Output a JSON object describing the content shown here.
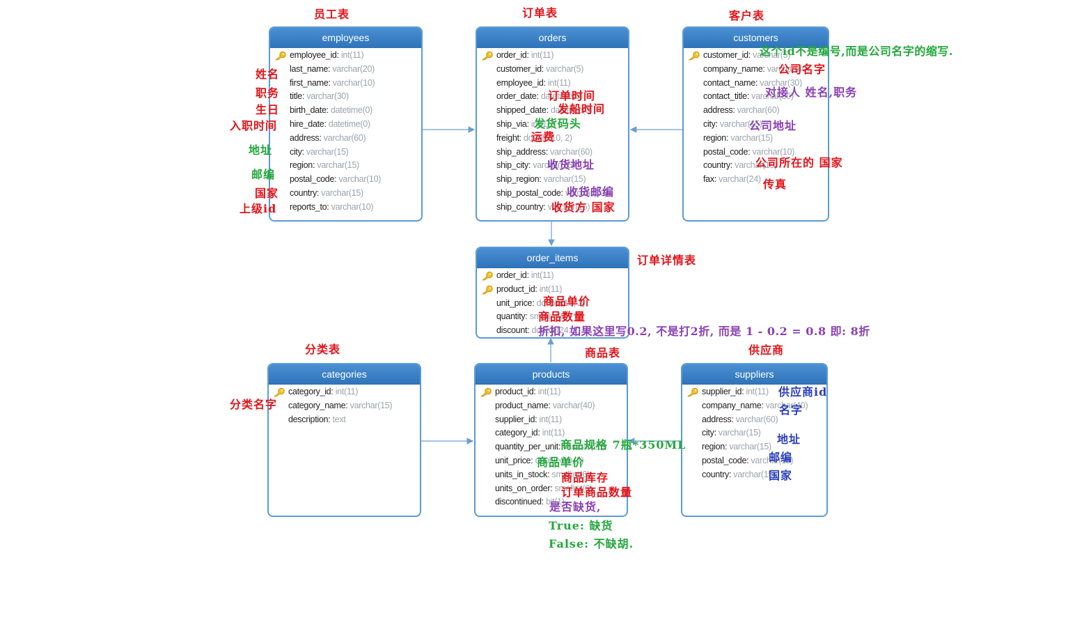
{
  "colors": {
    "header": "#3a82c8",
    "border": "#5b9bd5",
    "red": "#e3141a",
    "green": "#22a83b",
    "purple": "#8a3fb5",
    "blue": "#2b3fbf"
  },
  "tables": [
    {
      "id": "employees",
      "title": "employees",
      "columns": [
        {
          "name": "employee_id",
          "type": "int(11)",
          "key": true
        },
        {
          "name": "last_name",
          "type": "varchar(20)"
        },
        {
          "name": "first_name",
          "type": "varchar(10)"
        },
        {
          "name": "title",
          "type": "varchar(30)"
        },
        {
          "name": "birth_date",
          "type": "datetime(0)"
        },
        {
          "name": "hire_date",
          "type": "datetime(0)"
        },
        {
          "name": "address",
          "type": "varchar(60)"
        },
        {
          "name": "city",
          "type": "varchar(15)"
        },
        {
          "name": "region",
          "type": "varchar(15)"
        },
        {
          "name": "postal_code",
          "type": "varchar(10)"
        },
        {
          "name": "country",
          "type": "varchar(15)"
        },
        {
          "name": "reports_to",
          "type": "varchar(10)"
        }
      ]
    },
    {
      "id": "orders",
      "title": "orders",
      "columns": [
        {
          "name": "order_id",
          "type": "int(11)",
          "key": true
        },
        {
          "name": "customer_id",
          "type": "varchar(5)"
        },
        {
          "name": "employee_id",
          "type": "int(11)"
        },
        {
          "name": "order_date",
          "type": "datetime(0)"
        },
        {
          "name": "shipped_date",
          "type": "datetime(0)"
        },
        {
          "name": "ship_via",
          "type": "int(11)"
        },
        {
          "name": "freight",
          "type": "double(10, 2)"
        },
        {
          "name": "ship_address",
          "type": "varchar(60)"
        },
        {
          "name": "ship_city",
          "type": "varchar(15)"
        },
        {
          "name": "ship_region",
          "type": "varchar(15)"
        },
        {
          "name": "ship_postal_code",
          "type": "varchar(10)"
        },
        {
          "name": "ship_country",
          "type": "varchar(15)"
        }
      ]
    },
    {
      "id": "customers",
      "title": "customers",
      "columns": [
        {
          "name": "customer_id",
          "type": "varchar(5)",
          "key": true
        },
        {
          "name": "company_name",
          "type": "varchar(40)"
        },
        {
          "name": "contact_name",
          "type": "varchar(30)"
        },
        {
          "name": "contact_title",
          "type": "varchar(30)"
        },
        {
          "name": "address",
          "type": "varchar(60)"
        },
        {
          "name": "city",
          "type": "varchar(15)"
        },
        {
          "name": "region",
          "type": "varchar(15)"
        },
        {
          "name": "postal_code",
          "type": "varchar(10)"
        },
        {
          "name": "country",
          "type": "varchar(15)"
        },
        {
          "name": "fax",
          "type": "varchar(24)"
        }
      ]
    },
    {
      "id": "order_items",
      "title": "order_items",
      "columns": [
        {
          "name": "order_id",
          "type": "int(11)",
          "key": true
        },
        {
          "name": "product_id",
          "type": "int(11)",
          "key": true
        },
        {
          "name": "unit_price",
          "type": "double(10, 2)"
        },
        {
          "name": "quantity",
          "type": "smallint(6)"
        },
        {
          "name": "discount",
          "type": "double(24, 2)"
        }
      ]
    },
    {
      "id": "categories",
      "title": "categories",
      "columns": [
        {
          "name": "category_id",
          "type": "int(11)",
          "key": true
        },
        {
          "name": "category_name",
          "type": "varchar(15)"
        },
        {
          "name": "description",
          "type": "text"
        }
      ]
    },
    {
      "id": "products",
      "title": "products",
      "columns": [
        {
          "name": "product_id",
          "type": "int(11)",
          "key": true
        },
        {
          "name": "product_name",
          "type": "varchar(40)"
        },
        {
          "name": "supplier_id",
          "type": "int(11)"
        },
        {
          "name": "category_id",
          "type": "int(11)"
        },
        {
          "name": "quantity_per_unit",
          "type": "varchar(20)"
        },
        {
          "name": "unit_price",
          "type": "double(10, 2)"
        },
        {
          "name": "units_in_stock",
          "type": "smallint(6)"
        },
        {
          "name": "units_on_order",
          "type": "smallint(6)"
        },
        {
          "name": "discontinued",
          "type": "bit(1)"
        }
      ]
    },
    {
      "id": "suppliers",
      "title": "suppliers",
      "columns": [
        {
          "name": "supplier_id",
          "type": "int(11)",
          "key": true
        },
        {
          "name": "company_name",
          "type": "varchar(40)"
        },
        {
          "name": "address",
          "type": "varchar(60)"
        },
        {
          "name": "city",
          "type": "varchar(15)"
        },
        {
          "name": "region",
          "type": "varchar(15)"
        },
        {
          "name": "postal_code",
          "type": "varchar(10)"
        },
        {
          "name": "country",
          "type": "varchar(15)"
        }
      ]
    }
  ],
  "annotations": {
    "employees_title": "员工表",
    "orders_title": "订单表",
    "customers_title": "客户表",
    "order_items_title": "订单详情表",
    "categories_title": "分类表",
    "products_title": "商品表",
    "suppliers_title": "供应商",
    "emp_last_name": "姓名",
    "emp_title": "职务",
    "emp_birth": "生日",
    "emp_hire": "入职时间",
    "emp_address": "地址",
    "emp_postal": "邮编",
    "emp_country": "国家",
    "emp_reports": "上级id",
    "ord_order_date": "订单时间",
    "ord_shipped": "发船时间",
    "ord_ship_via": "发货码头",
    "ord_freight": "运费",
    "ord_ship_addr": "收货地址",
    "ord_ship_postal": "收货邮编",
    "ord_ship_country": "收货方 国家",
    "cus_id": "这个id不是编号,而是公司名字的缩写.",
    "cus_company": "公司名字",
    "cus_contact": "对接人 姓名,职务",
    "cus_address": "公司地址",
    "cus_country": "公司所在的 国家",
    "cus_fax": "传真",
    "oi_unit_price": "商品单价",
    "oi_quantity": "商品数量",
    "oi_discount": "折扣, 如果这里写0.2, 不是打2折, 而是 1 - 0.2 = 0.8 即: 8折",
    "cat_name": "分类名字",
    "prod_qpu": "商品规格 7瓶*350ML",
    "prod_price": "商品单价",
    "prod_stock": "商品库存",
    "prod_on_order": "订单商品数量",
    "prod_disc1": "是否缺货,",
    "prod_disc2": "True: 缺货",
    "prod_disc3": "False: 不缺胡.",
    "sup_id": "供应商id",
    "sup_name": "名字",
    "sup_address": "地址",
    "sup_postal": "邮编",
    "sup_country": "国家"
  }
}
